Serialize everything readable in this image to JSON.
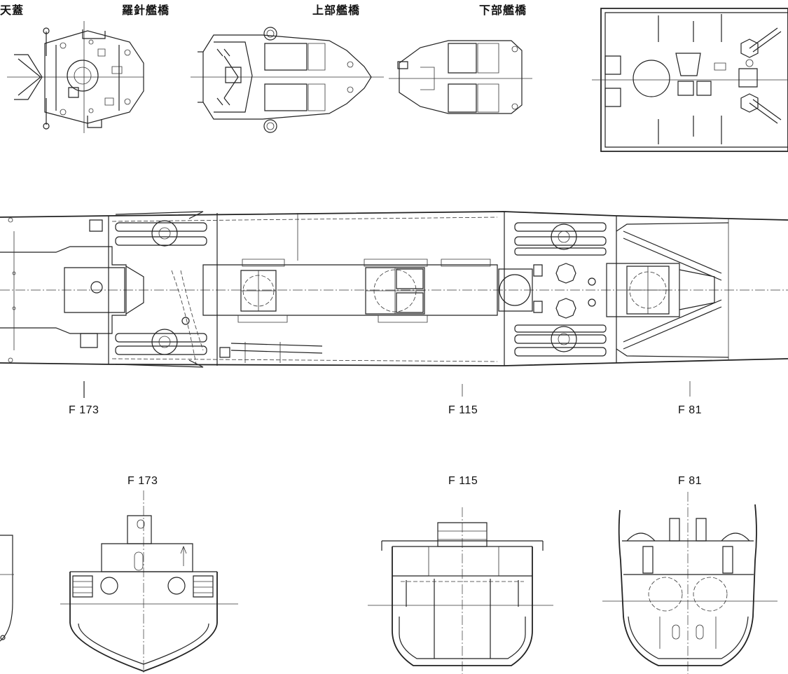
{
  "labels": {
    "roof": "天蓋",
    "compass_bridge": "羅針艦橋",
    "upper_bridge": "上部艦橋",
    "lower_bridge": "下部艦橋"
  },
  "frames": {
    "f173": "F 173",
    "f115": "F 115",
    "f81": "F 81"
  },
  "sections": {
    "f173": "F 173",
    "f115": "F 115",
    "f81": "F 81"
  }
}
